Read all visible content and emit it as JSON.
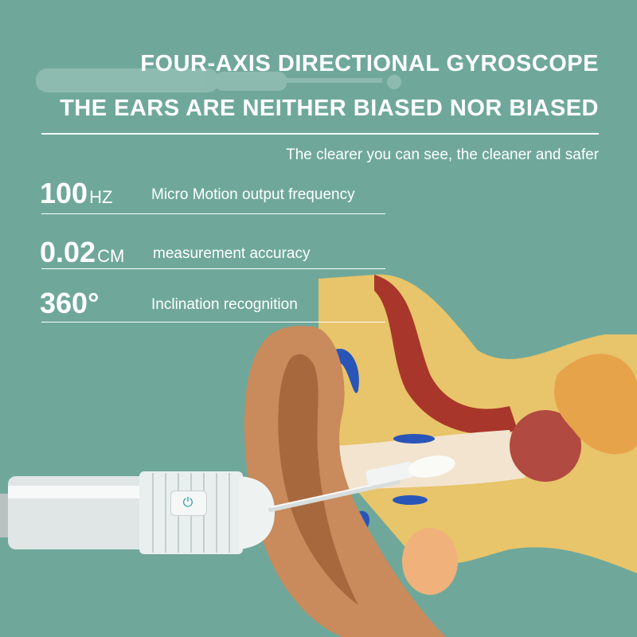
{
  "headline": {
    "line1": "FOUR-AXIS DIRECTIONAL GYROSCOPE",
    "line2": "THE EARS ARE NEITHER BIASED NOR BIASED"
  },
  "tagline": "The clearer you can see, the cleaner and safer",
  "specs": [
    {
      "value": "100",
      "unit": "HZ",
      "label": "Micro Motion output frequency"
    },
    {
      "value": "0.02",
      "unit": "CM",
      "label": "measurement accuracy"
    },
    {
      "value": "360°",
      "unit": "",
      "label": "Inclination recognition"
    }
  ],
  "colors": {
    "background": "#6fa89a",
    "text": "#ffffff",
    "skin": "#c98a5c",
    "tissue": "#e8c46a",
    "canal": "#f2e4cf",
    "muscle": "#a8362a",
    "wax": "#2a55b8"
  },
  "icons": [
    "power-icon"
  ]
}
